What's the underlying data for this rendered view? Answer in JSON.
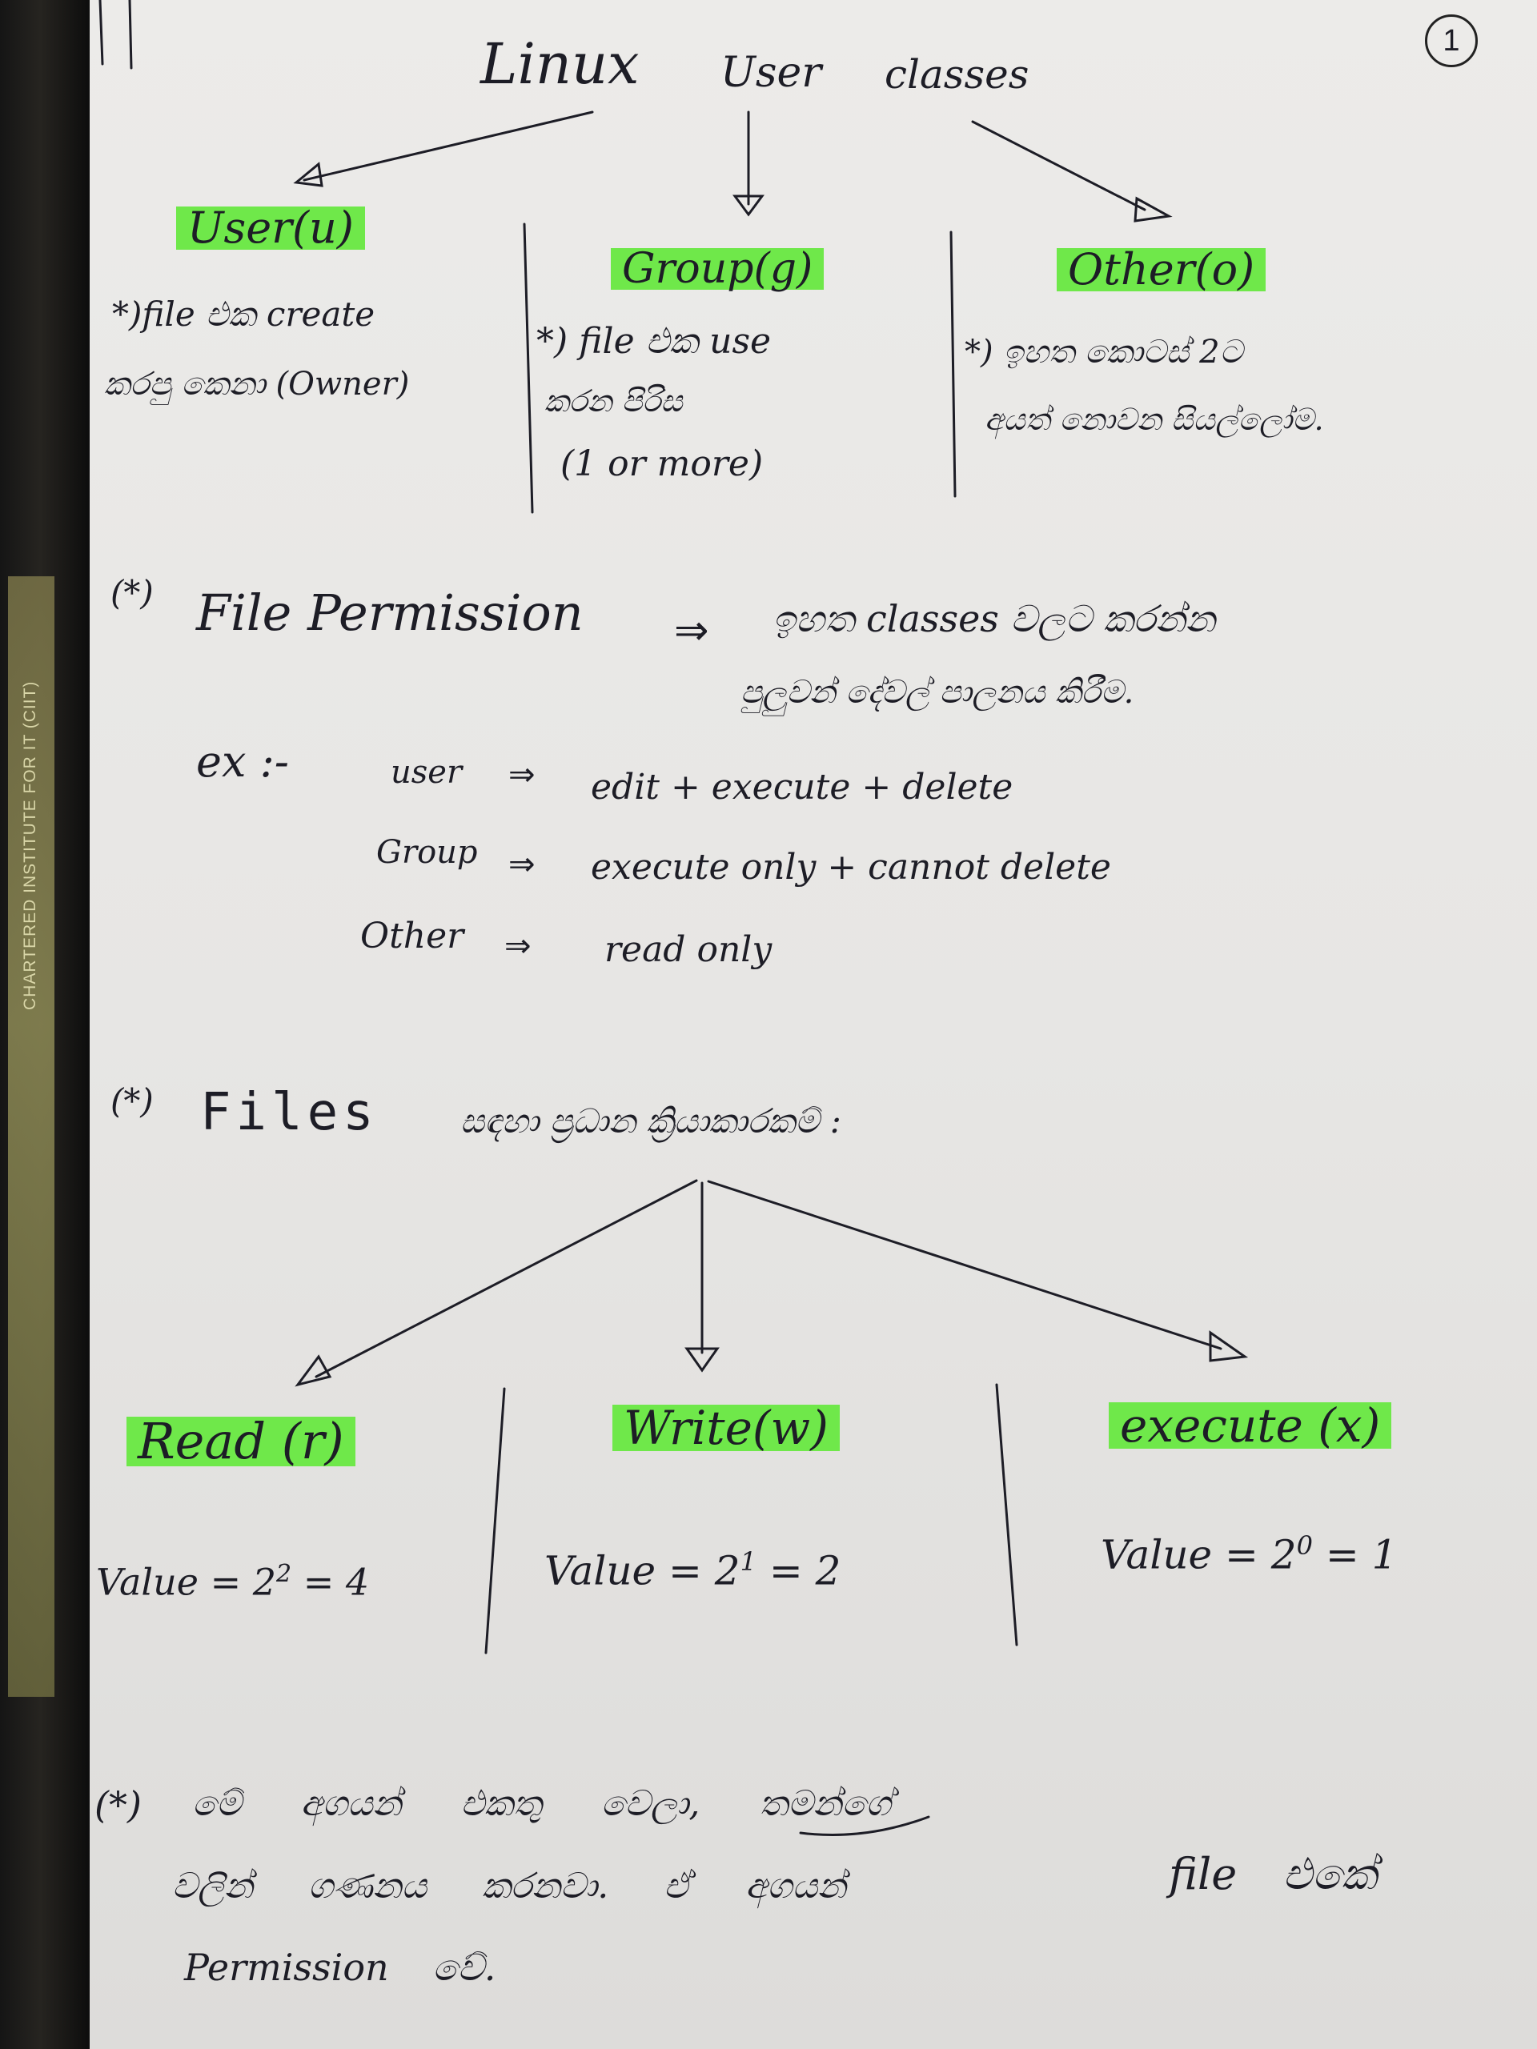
{
  "page_number": "1",
  "binder_label": "CHARTERED INSTITUTE FOR IT (CIIT)",
  "title": {
    "w1": "Linux",
    "w2": "User",
    "w3": "classes"
  },
  "classes": [
    {
      "heading": "User(u)",
      "l1": "*)file එක create",
      "l2": "කරපු කෙනා (Owner)"
    },
    {
      "heading": "Group(g)",
      "l1": "*) file එක use",
      "l2": "කරන පිරිස",
      "l3": "(1 or more)"
    },
    {
      "heading": "Other(o)",
      "l1": "*) ඉහත කොටස් 2ට",
      "l2": "අයත් නොවන සියල්ලෝම."
    }
  ],
  "perm": {
    "star": "(*)",
    "title": "File Permission",
    "arrow": "⇒",
    "desc1": "ඉහත classes වලට කරන්න",
    "desc2": "පුලුවන් දේවල් පාලනය කිරීම."
  },
  "example": {
    "label": "ex :-",
    "rows": [
      {
        "who": "user",
        "arrow": "⇒",
        "what": "edit + execute + delete"
      },
      {
        "who": "Group",
        "arrow": "⇒",
        "what": "execute only + cannot delete"
      },
      {
        "who": "Other",
        "arrow": "⇒",
        "what": "read only"
      }
    ]
  },
  "files": {
    "star": "(*)",
    "title": "Files",
    "desc": "සඳහා ප්‍රධාන ක්‍රියාකාරකම් :"
  },
  "actions": [
    {
      "heading": "Read (r)",
      "value": "Value = 2",
      "exp": "2",
      "result": "= 4"
    },
    {
      "heading": "Write(w)",
      "value": "Value = 2",
      "exp": "1",
      "result": "= 2"
    },
    {
      "heading": "execute (x)",
      "value": "Value = 2",
      "exp": "0",
      "result": "= 1"
    }
  ],
  "note": {
    "star": "(*)",
    "l1": "මේ අගයන් එකතු වෙලා, තමන්ගේ",
    "l2a": "වලින් ගණනය කරනවා. ඒ අගයන්",
    "l2b": "file එකේ",
    "l3": "Permission වේ."
  },
  "colors": {
    "highlight": "#6fe84a",
    "ink": "#1d1d26",
    "paper": "#e9e8e6"
  }
}
